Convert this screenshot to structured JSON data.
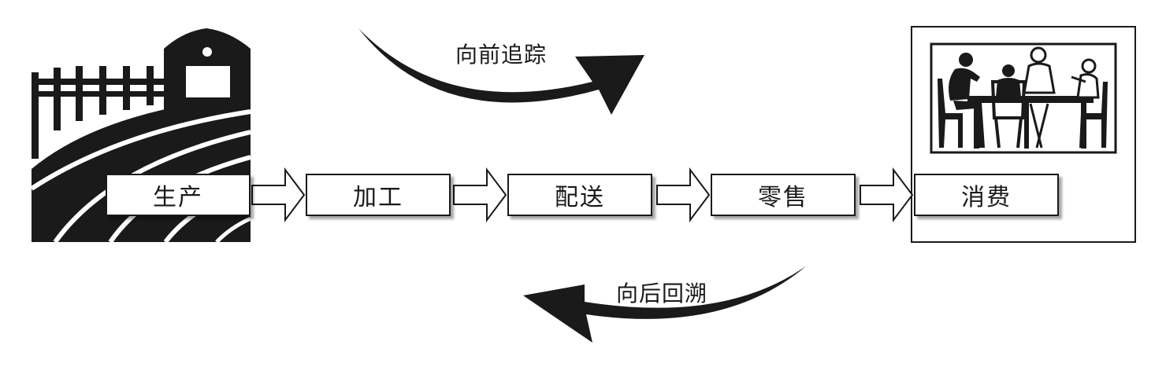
{
  "stages": [
    {
      "label": "生产"
    },
    {
      "label": "加工"
    },
    {
      "label": "配送"
    },
    {
      "label": "零售"
    },
    {
      "label": "消费"
    }
  ],
  "forward_label": "向前追踪",
  "backward_label": "向后回溯",
  "icons": {
    "production": "farm-icon",
    "consumption": "family-dinner-icon"
  },
  "colors": {
    "ink": "#1a1a1a",
    "background": "#ffffff"
  }
}
